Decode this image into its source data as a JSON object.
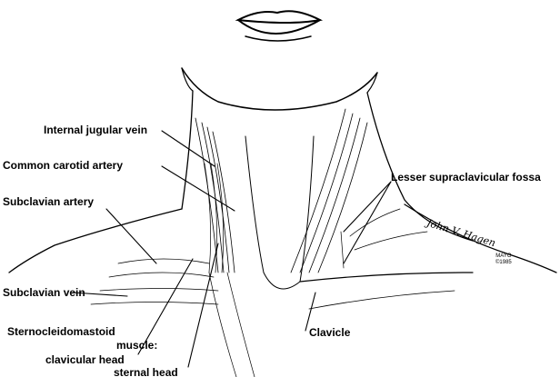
{
  "labels": {
    "internal_jugular_vein": "Internal jugular vein",
    "common_carotid_artery": "Common carotid artery",
    "subclavian_artery": "Subclavian artery",
    "subclavian_vein": "Subclavian vein",
    "scm_title": "Sternocleidomastoid",
    "scm_muscle": "muscle:",
    "clavicular_head": "clavicular head",
    "sternal_head": "sternal head",
    "clavicle": "Clavicle",
    "lesser_supraclavicular_fossa": "Lesser supraclavicular fossa"
  },
  "credits": {
    "signature": "John V. Hagen",
    "mayo": "MAYO",
    "copyright": "©1985"
  }
}
